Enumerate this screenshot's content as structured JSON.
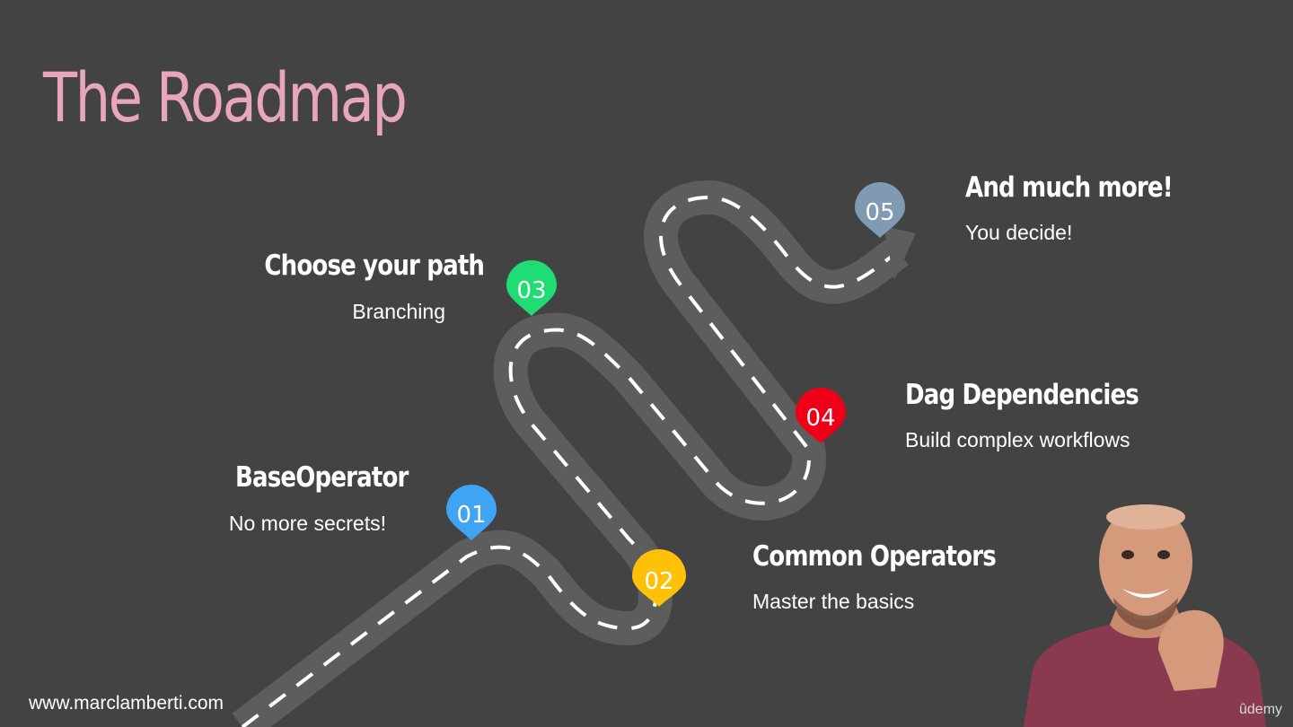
{
  "slide": {
    "title": "The Roadmap",
    "footer_url": "www.marclamberti.com",
    "brand": "ûdemy"
  },
  "milestones": [
    {
      "number": "01",
      "title": "BaseOperator",
      "subtitle": "No more secrets!",
      "color": "#40a4f5"
    },
    {
      "number": "02",
      "title": "Common Operators",
      "subtitle": "Master the basics",
      "color": "#ffc107"
    },
    {
      "number": "03",
      "title": "Choose your path",
      "subtitle": "Branching",
      "color": "#1fdc74"
    },
    {
      "number": "04",
      "title": "Dag Dependencies",
      "subtitle": "Build complex workflows",
      "color": "#f00018"
    },
    {
      "number": "05",
      "title": "And much more!",
      "subtitle": "You decide!",
      "color": "#7f9ab1"
    }
  ],
  "colors": {
    "background": "#434343",
    "road": "#5d5d5d",
    "road_dash": "#ffffff",
    "title": "#e7a6bb"
  },
  "presenter": {
    "icon": "presenter-video-icon"
  }
}
